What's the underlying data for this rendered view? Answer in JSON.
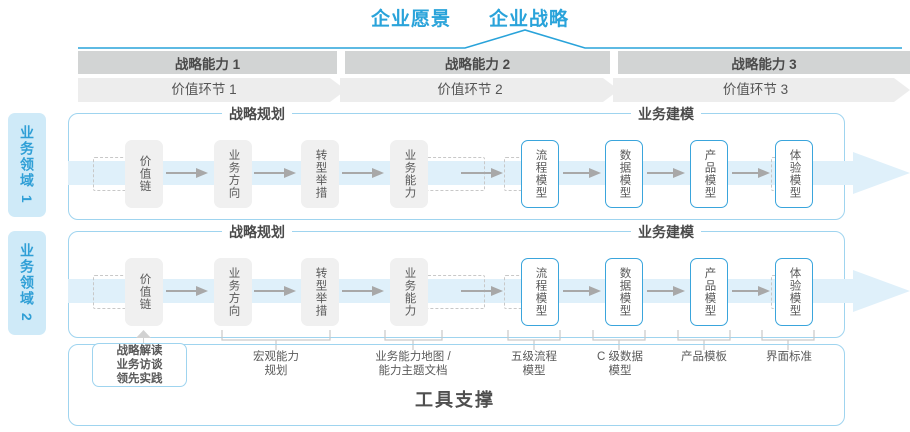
{
  "header": {
    "vision_label": "企业愿景",
    "strategy_label": "企业战略"
  },
  "capabilities": [
    {
      "label": "战略能力 1"
    },
    {
      "label": "战略能力 2"
    },
    {
      "label": "战略能力 3"
    }
  ],
  "value_links": [
    {
      "label": "价值环节 1"
    },
    {
      "label": "价值环节 2"
    },
    {
      "label": "价值环节 3"
    }
  ],
  "domains": [
    {
      "label": "业务领域 1"
    },
    {
      "label": "业务领域 2"
    }
  ],
  "sections": {
    "planning_label": "战略规划",
    "modeling_label": "业务建模"
  },
  "nodes": {
    "planning": [
      {
        "label": "价值链"
      },
      {
        "label": "业务方向"
      },
      {
        "label": "转型举措"
      },
      {
        "label": "业务能力"
      }
    ],
    "modeling": [
      {
        "label": "流程模型"
      },
      {
        "label": "数据模型"
      },
      {
        "label": "产品模型"
      },
      {
        "label": "体验模型"
      }
    ]
  },
  "annotations": {
    "input_box": {
      "line1": "战略解读",
      "line2": "业务访谈",
      "line3": "领先实践"
    },
    "items": [
      {
        "label": "宏观能力\n规划"
      },
      {
        "label": "业务能力地图 /\n能力主题文档"
      },
      {
        "label": "五级流程\n模型"
      },
      {
        "label": "C 级数据\n模型"
      },
      {
        "label": "产品模板"
      },
      {
        "label": "界面标准"
      }
    ]
  },
  "footer": {
    "tool_support_label": "工具支撑"
  },
  "colors": {
    "accent_blue": "#29a3da",
    "node_blue_border": "#3aa5dc",
    "container_border": "#9fd4ef",
    "domain_tab_bg": "#cfeaf8",
    "cap_band_bg": "#d2d4d4",
    "value_band_bg": "#ededed",
    "node_gray_bg": "#f0f0f0",
    "flow_band_blue": "#dff0fa",
    "text_dark": "#4a4a4a"
  }
}
